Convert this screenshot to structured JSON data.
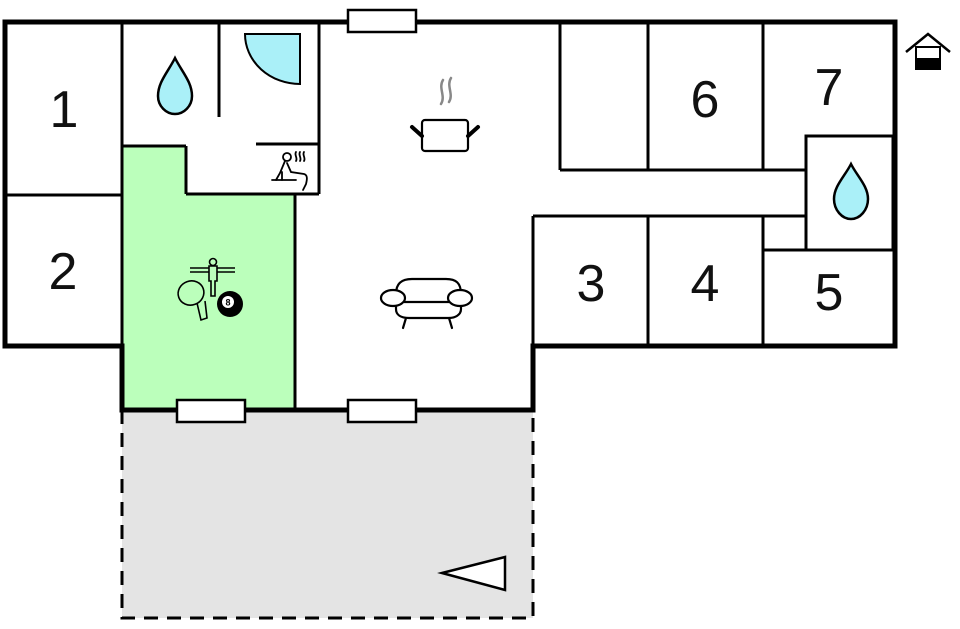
{
  "floor_plan": {
    "title": "",
    "colors": {
      "background": "#ffffff",
      "wall": "#000000",
      "activity_room": "#bbffbb",
      "terrace": "#e4e4e4",
      "water": "#aaf0f8",
      "steam": "#888888"
    },
    "rooms": [
      {
        "id": "bedroom-1",
        "label": "1",
        "type": "bedroom"
      },
      {
        "id": "bedroom-2",
        "label": "2",
        "type": "bedroom"
      },
      {
        "id": "bedroom-3",
        "label": "3",
        "type": "bedroom"
      },
      {
        "id": "bedroom-4",
        "label": "4",
        "type": "bedroom"
      },
      {
        "id": "bedroom-5",
        "label": "5",
        "type": "bedroom"
      },
      {
        "id": "bedroom-6",
        "label": "6",
        "type": "bedroom"
      },
      {
        "id": "bedroom-7",
        "label": "7",
        "type": "bedroom"
      },
      {
        "id": "bathroom-west",
        "label": "",
        "type": "bathroom",
        "icon": "water-drop-icon"
      },
      {
        "id": "shower",
        "label": "",
        "type": "shower",
        "icon": "shower-quarter-circle-icon"
      },
      {
        "id": "sauna",
        "label": "",
        "type": "sauna",
        "icon": "sauna-icon"
      },
      {
        "id": "bathroom-east",
        "label": "",
        "type": "bathroom",
        "icon": "water-drop-icon"
      },
      {
        "id": "kitchen",
        "label": "",
        "type": "kitchen",
        "icon": "cooking-pot-icon"
      },
      {
        "id": "living-room",
        "label": "",
        "type": "living",
        "icon": "sofa-icon"
      },
      {
        "id": "activity-room",
        "label": "",
        "type": "activity",
        "icons": [
          "foosball-icon",
          "table-tennis-paddle-icon",
          "billiard-8-ball-icon"
        ],
        "ball_number": "8"
      },
      {
        "id": "storage",
        "label": "",
        "type": "storage"
      },
      {
        "id": "terrace",
        "label": "",
        "type": "terrace",
        "icon": "direction-triangle-icon"
      }
    ],
    "legend": {
      "house_icon": "house-basement-icon"
    }
  }
}
